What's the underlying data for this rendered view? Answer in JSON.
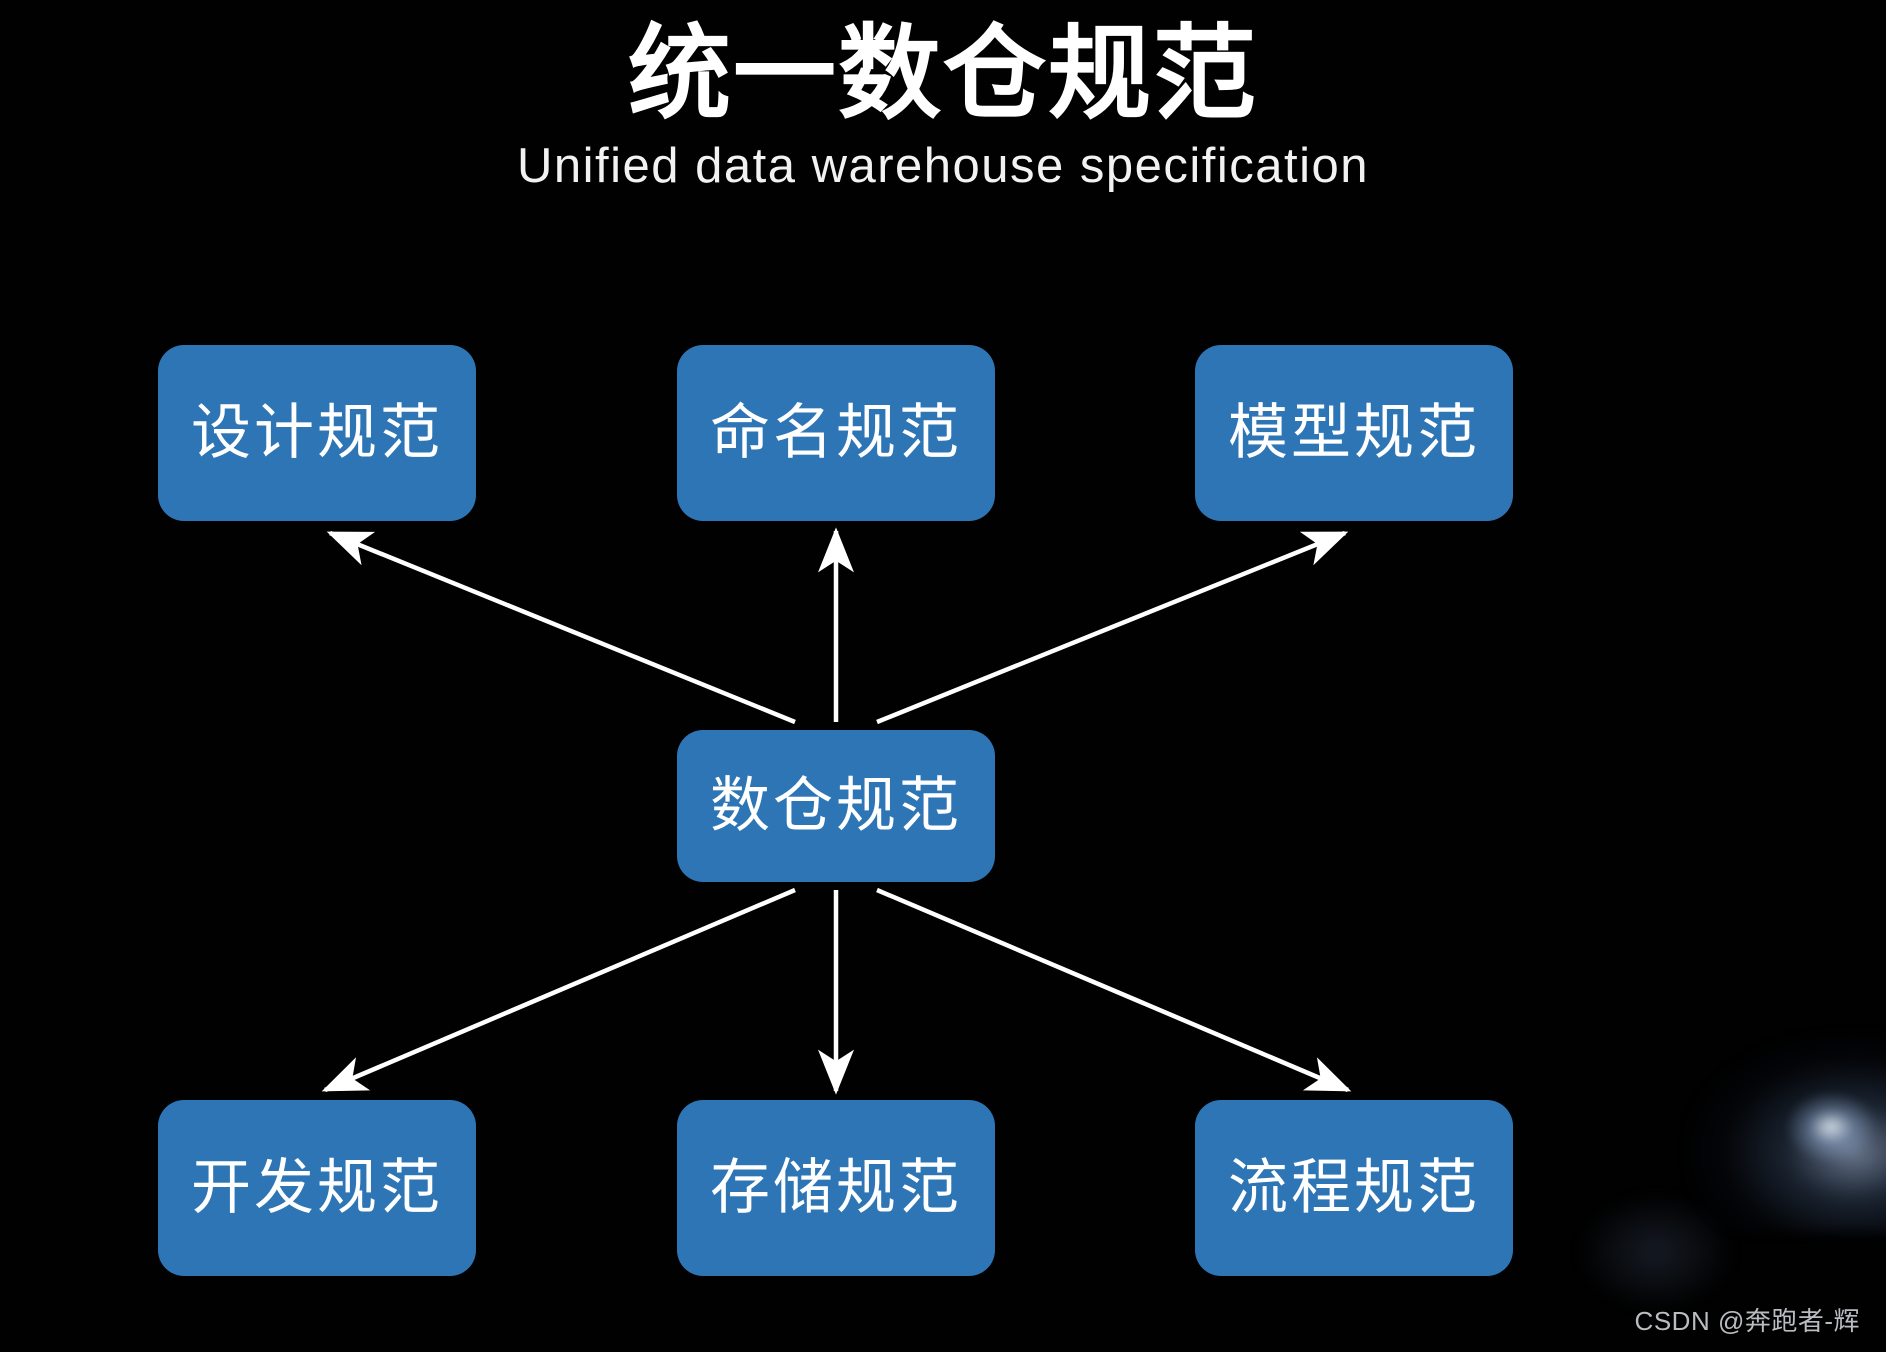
{
  "slide": {
    "background_color": "#000000",
    "title": "统一数仓规范",
    "subtitle": "Unified data warehouse specification",
    "watermark": "CSDN @奔跑者-辉",
    "accent_color": "#2E75B6",
    "arrow_color": "#FFFFFF",
    "text_color": "#FFFFFF"
  },
  "diagram": {
    "type": "hub-and-spoke",
    "center": {
      "id": "center",
      "label": "数仓规范"
    },
    "nodes": [
      {
        "id": "design",
        "label": "设计规范",
        "row": "top",
        "column": 1
      },
      {
        "id": "naming",
        "label": "命名规范",
        "row": "top",
        "column": 2
      },
      {
        "id": "model",
        "label": "模型规范",
        "row": "top",
        "column": 3
      },
      {
        "id": "develop",
        "label": "开发规范",
        "row": "bottom",
        "column": 1
      },
      {
        "id": "storage",
        "label": "存储规范",
        "row": "bottom",
        "column": 2
      },
      {
        "id": "process",
        "label": "流程规范",
        "row": "bottom",
        "column": 3
      }
    ],
    "edges": [
      {
        "from": "center",
        "to": "design",
        "style": "single-arrow"
      },
      {
        "from": "center",
        "to": "naming",
        "style": "single-arrow"
      },
      {
        "from": "center",
        "to": "model",
        "style": "single-arrow"
      },
      {
        "from": "center",
        "to": "develop",
        "style": "single-arrow"
      },
      {
        "from": "center",
        "to": "storage",
        "style": "single-arrow"
      },
      {
        "from": "center",
        "to": "process",
        "style": "single-arrow"
      }
    ]
  }
}
